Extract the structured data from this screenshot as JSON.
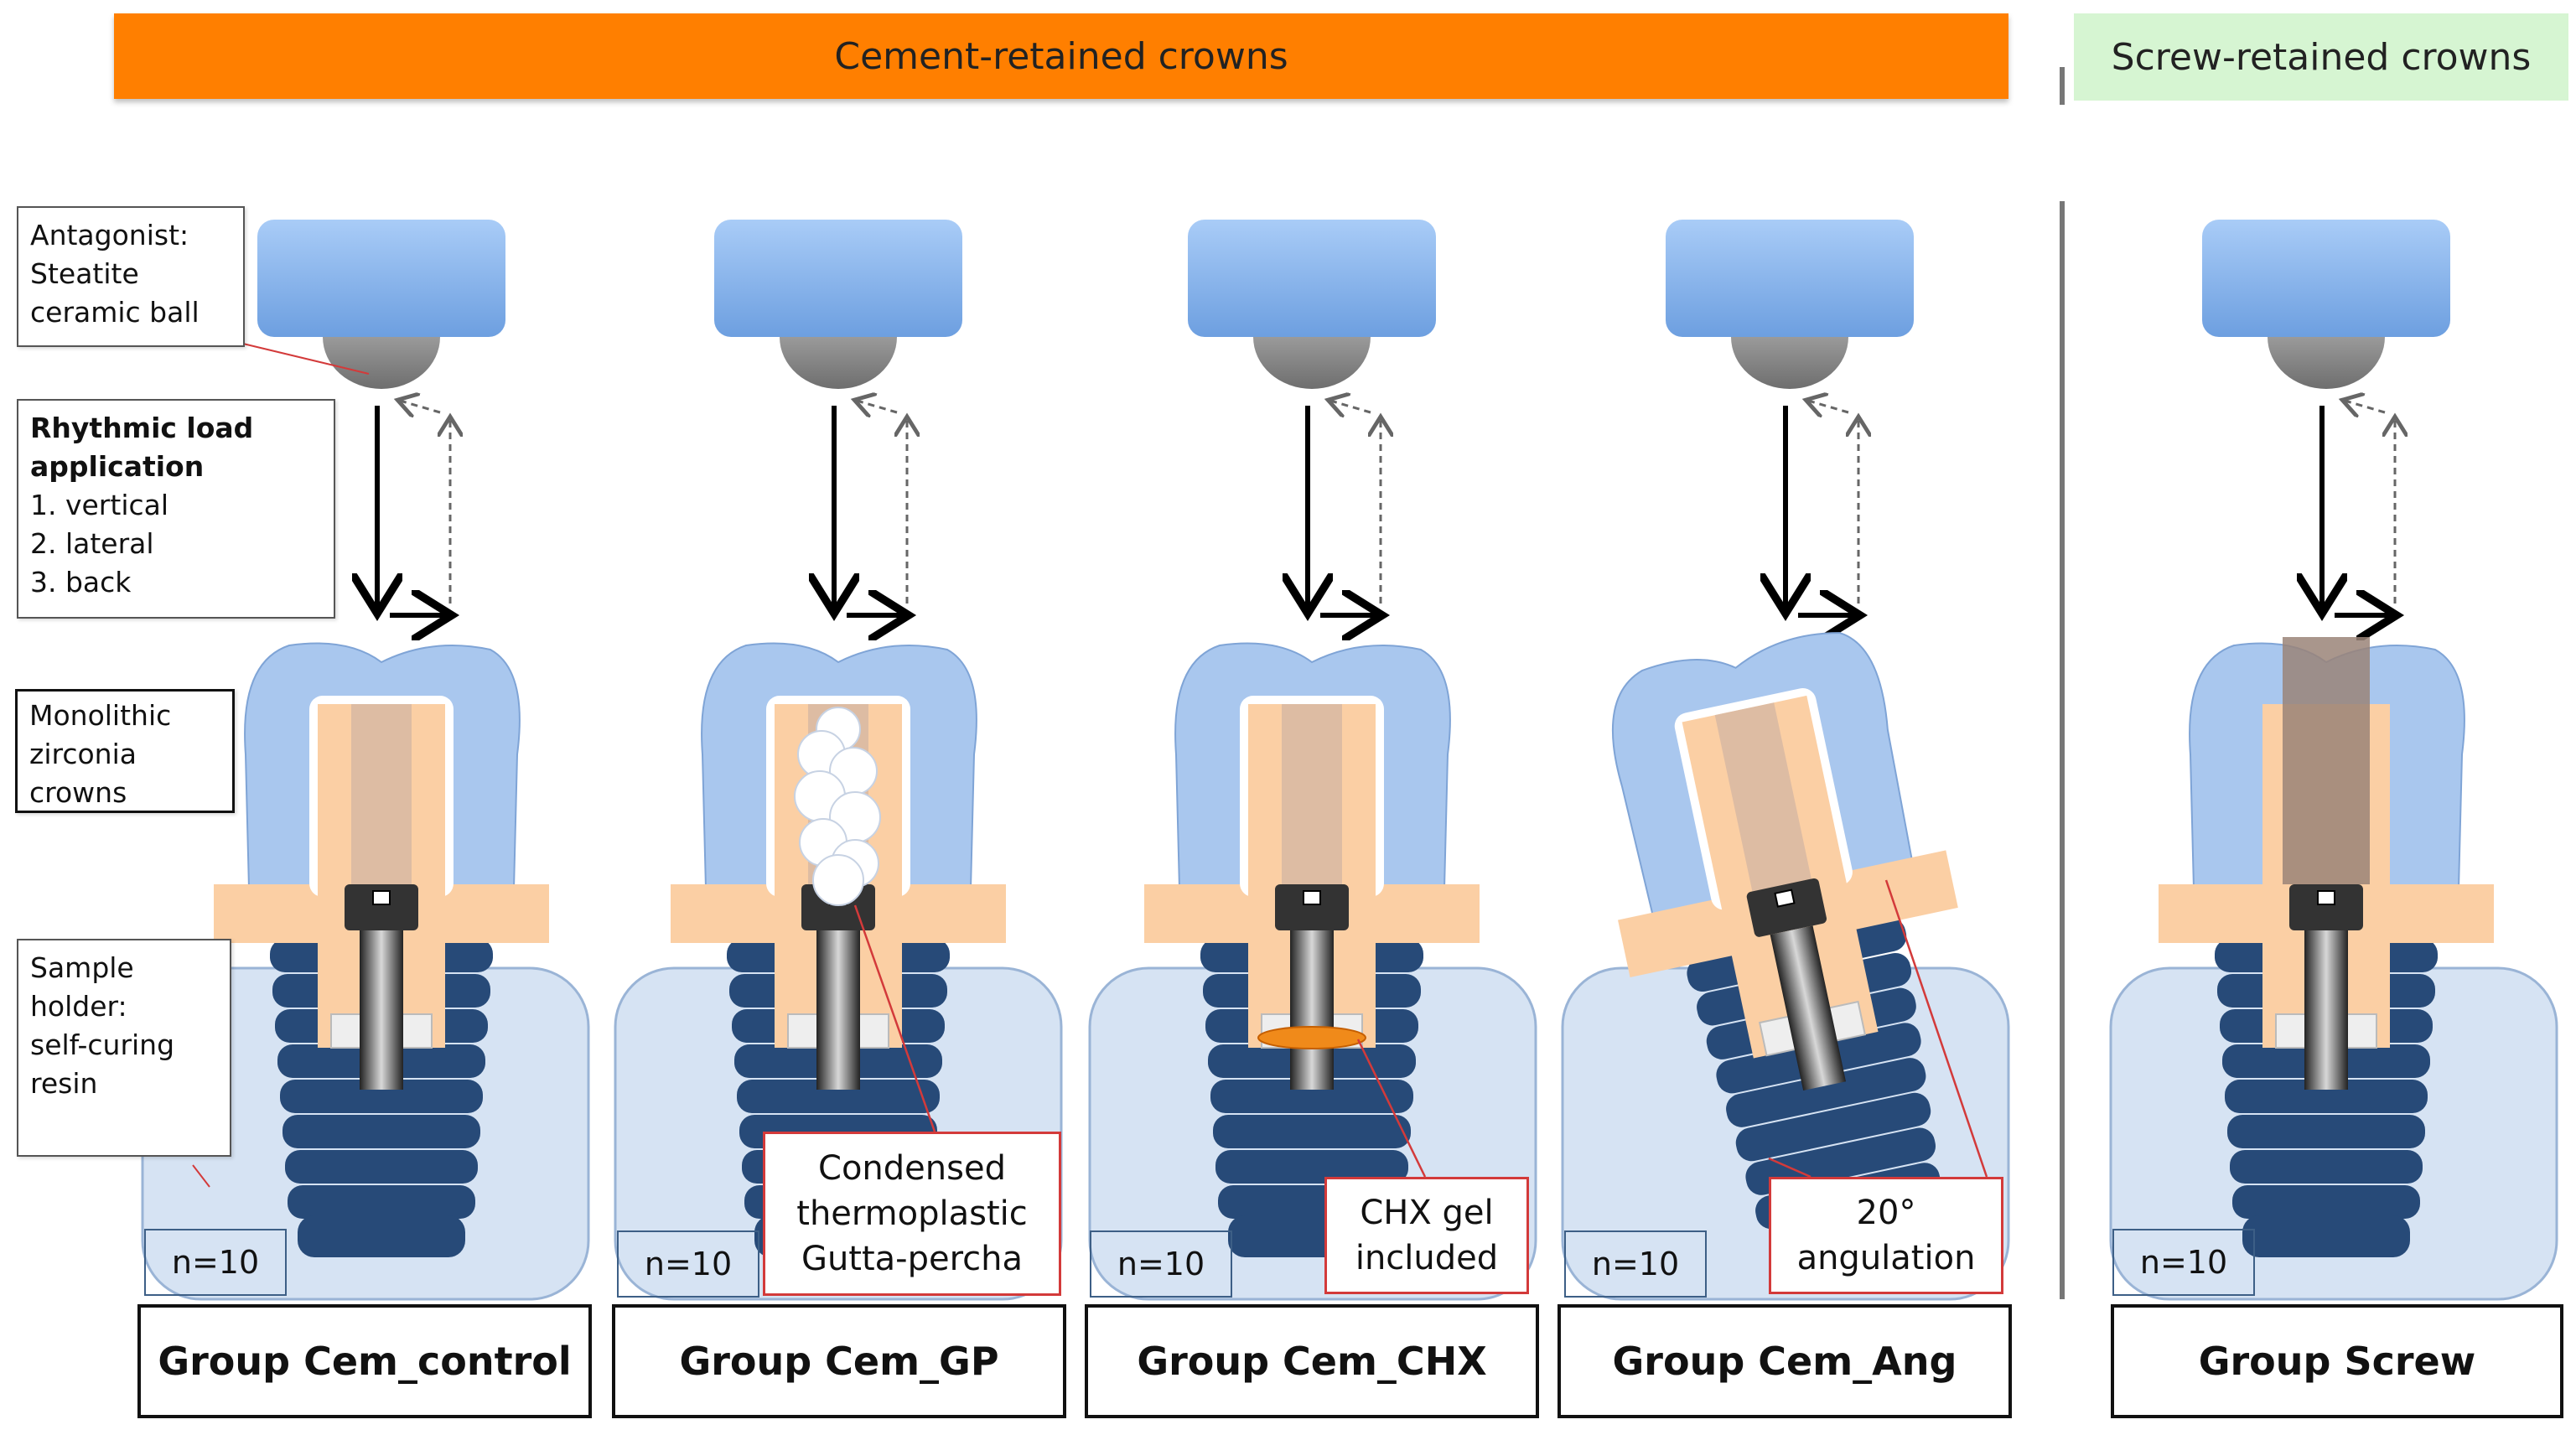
{
  "banners": {
    "cement": "Cement-retained crowns",
    "screw": "Screw-retained crowns"
  },
  "labels": {
    "antagonist": [
      "Antagonist:",
      "Steatite",
      "ceramic ball"
    ],
    "load_title": [
      "Rhythmic load",
      "application"
    ],
    "load_steps": [
      "1. vertical",
      "2. lateral",
      "3. back"
    ],
    "crowns": [
      "Monolithic",
      "zirconia",
      "crowns"
    ],
    "holder": [
      "Sample",
      "holder:",
      "self-curing",
      "resin"
    ]
  },
  "callouts": {
    "gp": [
      "Condensed",
      "thermoplastic",
      "Gutta-percha"
    ],
    "chx": [
      "CHX gel",
      "included"
    ],
    "ang": [
      "20°",
      "angulation"
    ]
  },
  "groups": [
    {
      "name": "Group Cem_control",
      "n": "n=10"
    },
    {
      "name": "Group Cem_GP",
      "n": "n=10"
    },
    {
      "name": "Group Cem_CHX",
      "n": "n=10"
    },
    {
      "name": "Group Cem_Ang",
      "n": "n=10"
    },
    {
      "name": "Group Screw",
      "n": "n=10"
    }
  ],
  "colors": {
    "cement_banner": "#ff7f00",
    "screw_banner": "#d6f5d2",
    "antagonist_blue": "#8db9f0",
    "crown_blue": "#a9c7ee",
    "abutment": "#fbcfa4",
    "implant": "#274a78",
    "resin": "#d6e3f3",
    "callout_border": "#d33a3a"
  }
}
